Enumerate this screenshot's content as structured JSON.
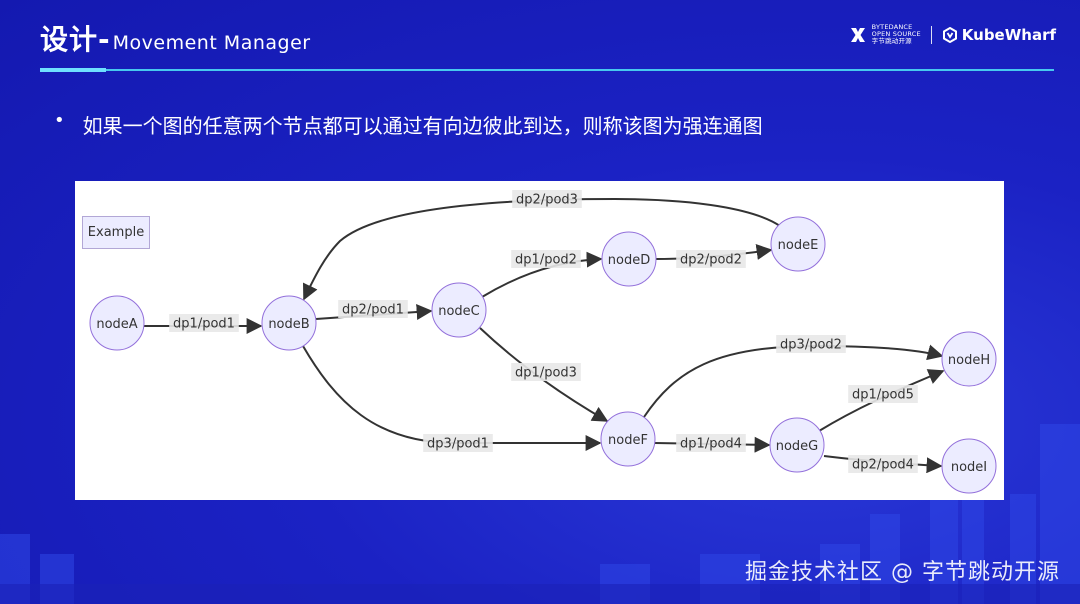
{
  "header": {
    "title_cn": "设计-",
    "title_en": "Movement  Manager",
    "brand_bytedance_line1": "BYTEDANCE",
    "brand_bytedance_line2": "OPEN SOURCE",
    "brand_bytedance_line3": "字节跳动开源",
    "brand_kubewharf": "KubeWharf"
  },
  "bullet": {
    "marker": "•",
    "text": "如果一个图的任意两个节点都可以通过有向边彼此到达，则称该图为强连通图"
  },
  "diagram": {
    "legend_label": "Example",
    "nodes": [
      "nodeA",
      "nodeB",
      "nodeC",
      "nodeD",
      "nodeE",
      "nodeF",
      "nodeG",
      "nodeH",
      "nodeI"
    ],
    "edges": [
      {
        "from": "nodeA",
        "to": "nodeB",
        "label": "dp1/pod1"
      },
      {
        "from": "nodeB",
        "to": "nodeC",
        "label": "dp2/pod1"
      },
      {
        "from": "nodeC",
        "to": "nodeD",
        "label": "dp1/pod2"
      },
      {
        "from": "nodeD",
        "to": "nodeE",
        "label": "dp2/pod2"
      },
      {
        "from": "nodeE",
        "to": "nodeB",
        "label": "dp2/pod3"
      },
      {
        "from": "nodeC",
        "to": "nodeF",
        "label": "dp1/pod3"
      },
      {
        "from": "nodeB",
        "to": "nodeF",
        "label": "dp3/pod1"
      },
      {
        "from": "nodeF",
        "to": "nodeG",
        "label": "dp1/pod4"
      },
      {
        "from": "nodeF",
        "to": "nodeH",
        "label": "dp3/pod2"
      },
      {
        "from": "nodeG",
        "to": "nodeH",
        "label": "dp1/pod5"
      },
      {
        "from": "nodeG",
        "to": "nodeI",
        "label": "dp2/pod4"
      }
    ],
    "node_fill": "#ececff",
    "node_stroke": "#9370db",
    "edge_color": "#333333"
  },
  "watermark": "掘金技术社区 @ 字节跳动开源"
}
